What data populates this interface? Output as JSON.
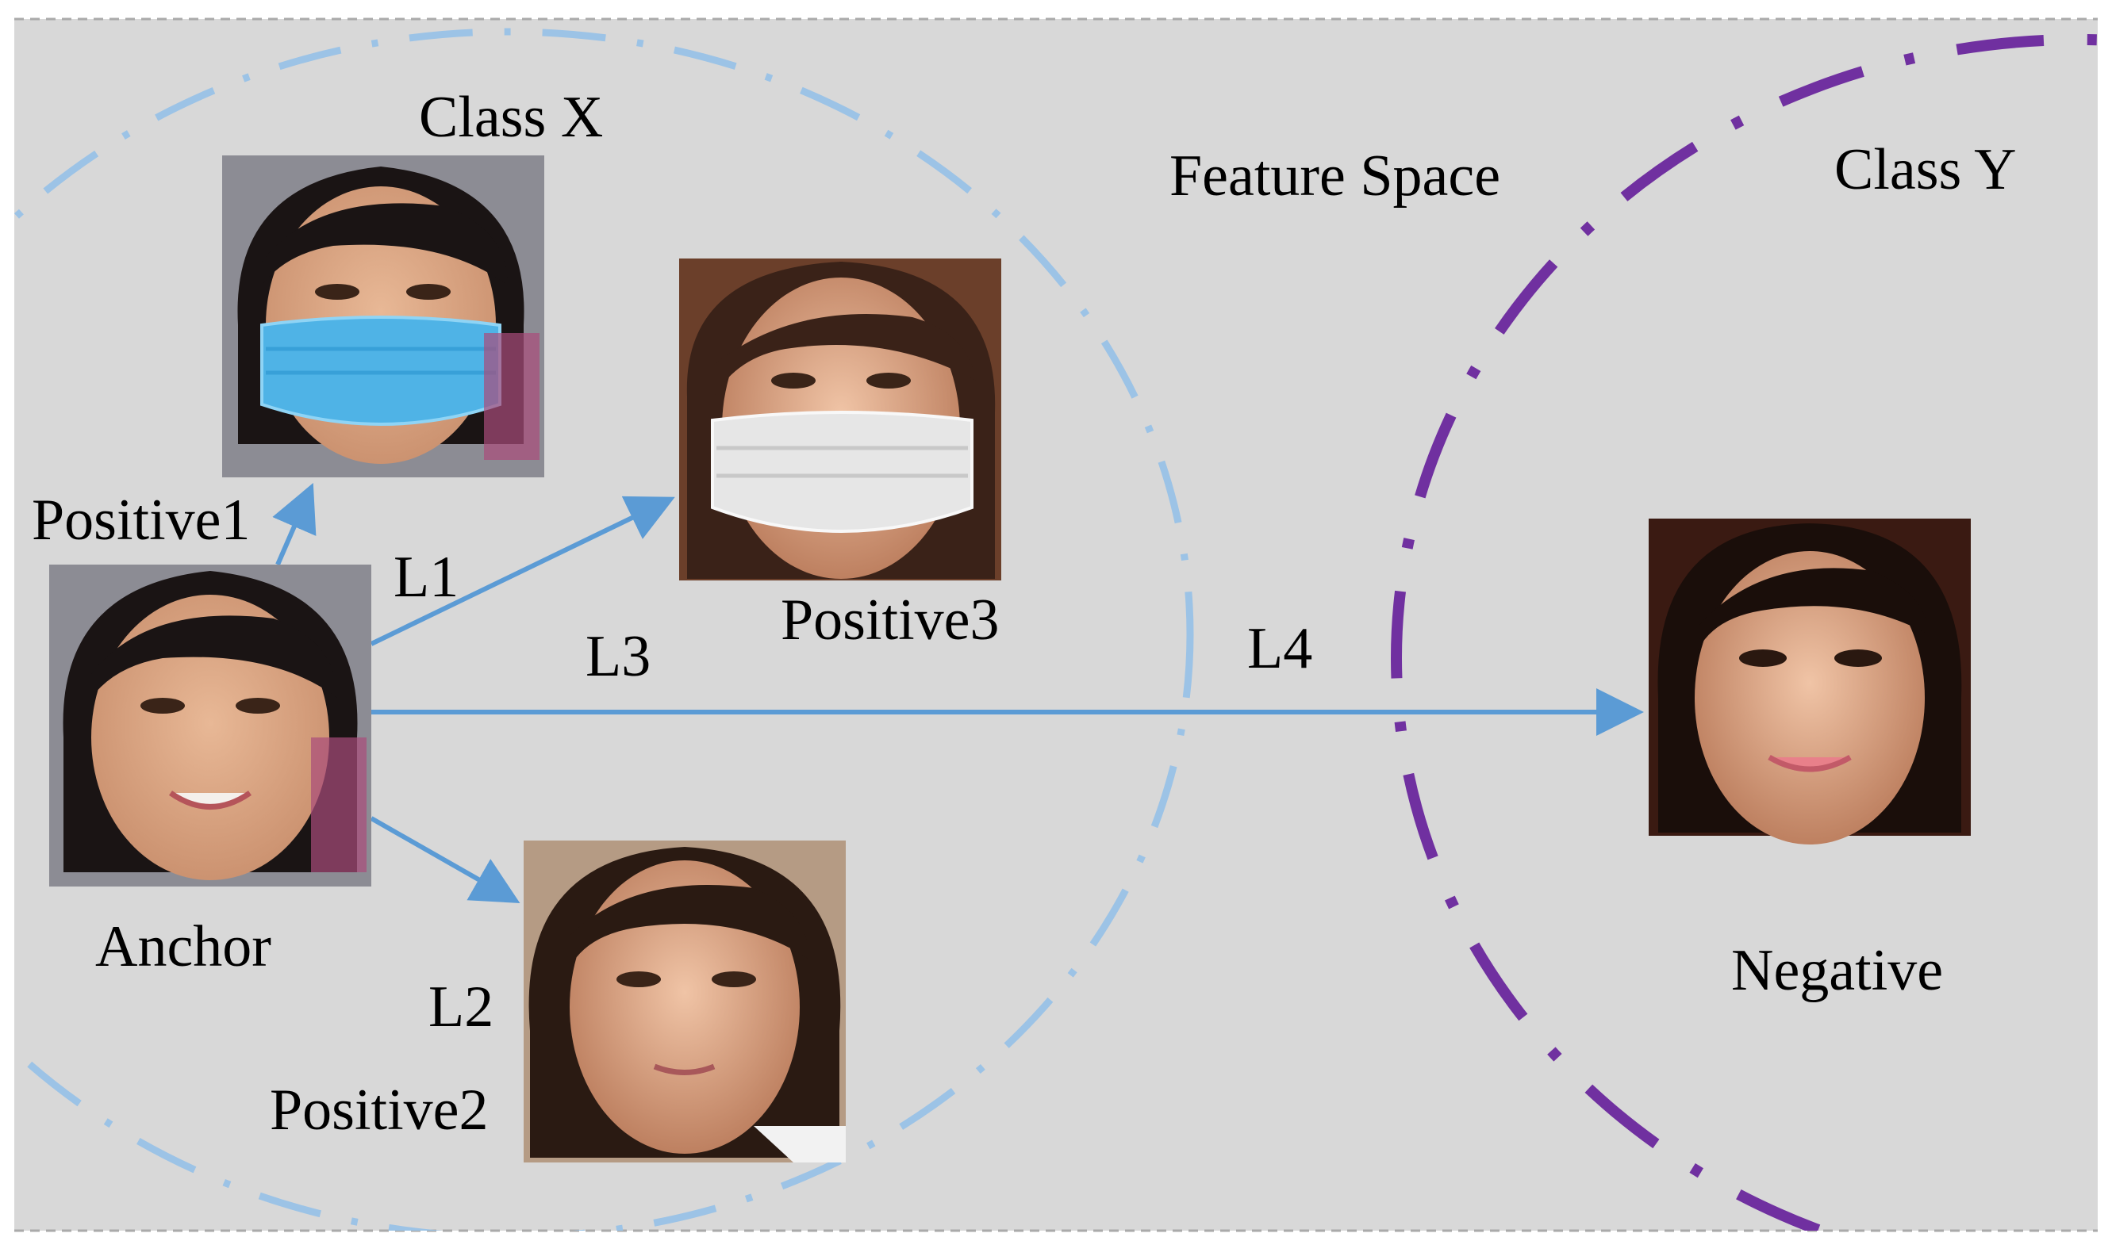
{
  "labels": {
    "class_x": "Class X",
    "class_y": "Class Y",
    "feature_space": "Feature Space",
    "positive1": "Positive1",
    "positive2": "Positive2",
    "positive3": "Positive3",
    "anchor": "Anchor",
    "negative": "Negative",
    "l1": "L1",
    "l2": "L2",
    "l3": "L3",
    "l4": "L4"
  },
  "colors": {
    "background": "#d8d8d8",
    "class_x_circle": "#9cc3e6",
    "class_y_circle": "#7030a0",
    "arrow": "#5b9bd5",
    "mask_blue": "#4fb3e6",
    "mask_white": "#e6e6e6"
  },
  "icons": {
    "anchor": "face-photo-icon",
    "positive1": "masked-face-photo-icon",
    "positive2": "face-photo-icon",
    "positive3": "masked-face-photo-icon",
    "negative": "face-photo-icon"
  }
}
